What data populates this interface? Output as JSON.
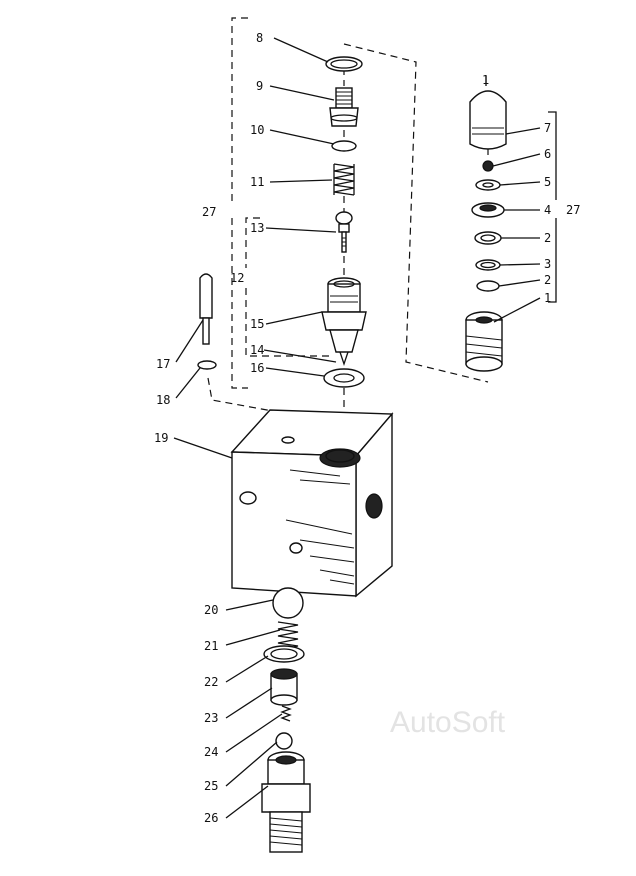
{
  "labels": {
    "l1": "1",
    "l2a": "2",
    "l2b": "2",
    "l3": "3",
    "l4": "4",
    "l5": "5",
    "l6": "6",
    "l7": "7",
    "l8": "8",
    "l9": "9",
    "l10": "10",
    "l11": "11",
    "l12": "12",
    "l13": "13",
    "l14": "14",
    "l15": "15",
    "l16": "16",
    "l17": "17",
    "l18": "18",
    "l19": "19",
    "l20": "20",
    "l21": "21",
    "l22": "22",
    "l23": "23",
    "l24": "24",
    "l25": "25",
    "l26": "26",
    "l27a": "27",
    "l27b": "27"
  },
  "watermark": "AutoSoft"
}
